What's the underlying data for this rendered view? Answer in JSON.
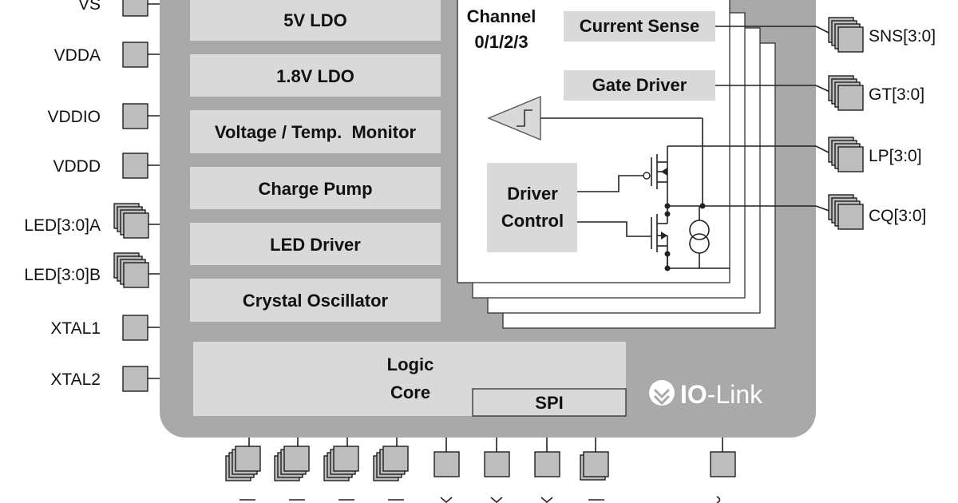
{
  "left_pins": [
    "VS",
    "VDDA",
    "VDDIO",
    "VDDD",
    "LED[3:0]A",
    "LED[3:0]B",
    "XTAL1",
    "XTAL2"
  ],
  "right_pins": [
    "SNS[3:0]",
    "GT[3:0]",
    "LP[3:0]",
    "CQ[3:0]"
  ],
  "blocks": [
    "5V LDO",
    "1.8V LDO",
    "Voltage / Temp.  Monitor",
    "Charge Pump",
    "LED Driver",
    "Crystal Oscillator"
  ],
  "channel": {
    "title_line1": "Channel",
    "title_line2": "0/1/2/3",
    "current_sense": "Current Sense",
    "gate_driver": "Gate Driver",
    "driver_control_line1": "Driver",
    "driver_control_line2": "Control"
  },
  "logic": {
    "line1": "Logic",
    "line2": "Core",
    "spi": "SPI"
  },
  "brand": {
    "prefix": "IO",
    "suffix": "-Link"
  },
  "colors": {
    "chip": "#a9a9a9",
    "block": "#d9d9d9",
    "card": "#ffffff",
    "pin": "#bdbdbd"
  }
}
